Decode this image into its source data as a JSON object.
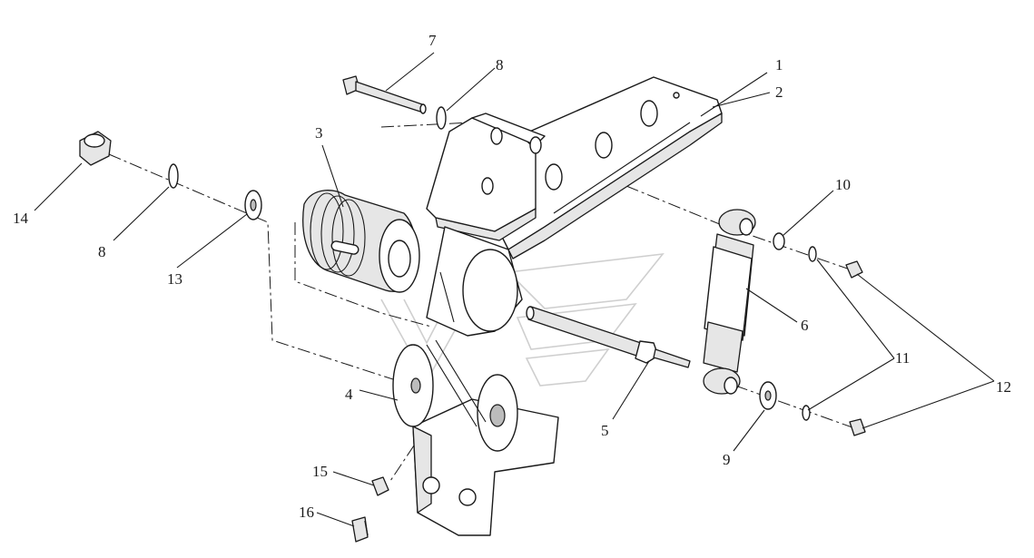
{
  "callouts": {
    "c1": "1",
    "c2": "2",
    "c3": "3",
    "c4": "4",
    "c5": "5",
    "c6": "6",
    "c7": "7",
    "c8a": "8",
    "c8b": "8",
    "c9": "9",
    "c10": "10",
    "c11": "11",
    "c12": "12",
    "c13": "13",
    "c14": "14",
    "c15": "15",
    "c16": "16"
  }
}
